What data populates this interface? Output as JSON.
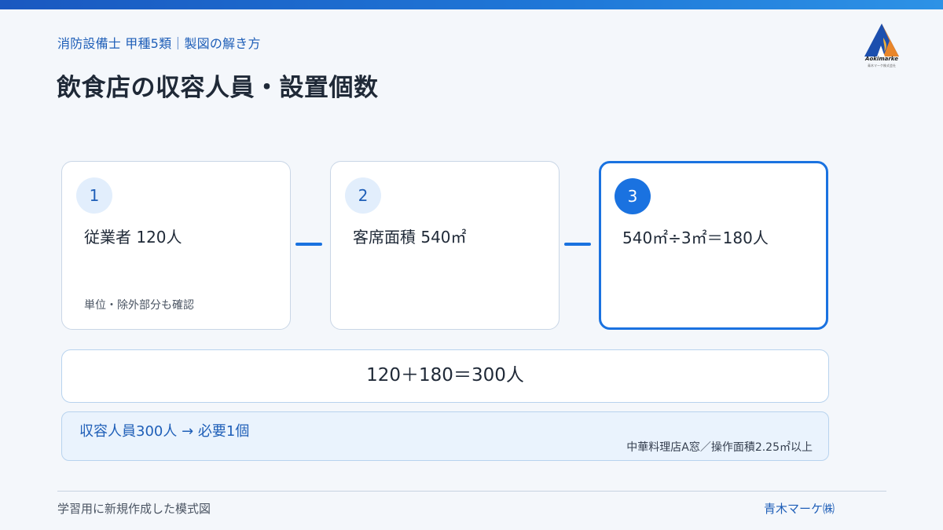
{
  "header": {
    "subtitle": "消防設備士 甲種5類｜製図の解き方",
    "title": "飲食店の収容人員・設置個数"
  },
  "logo": {
    "name": "Aokimarke",
    "tagline": "青木マーケ株式会社",
    "icon": "flame-triangle-logo"
  },
  "steps": [
    {
      "number": "1",
      "text": "従業者 120人",
      "note": "単位・除外部分も確認"
    },
    {
      "number": "2",
      "text": "客席面積 540㎡"
    },
    {
      "number": "3",
      "text": "540㎡÷3㎡＝180人"
    }
  ],
  "sum": {
    "text": "120＋180＝300人"
  },
  "result": {
    "main": "収容人員300人 → 必要1個",
    "note": "中華料理店A窓／操作面積2.25㎡以上"
  },
  "footer": {
    "left": "学習用に新規作成した模式図",
    "right": "青木マーケ㈱"
  },
  "colors": {
    "accent": "#1a72e0",
    "brand_text": "#1f5fb8",
    "background": "#f4f7fb"
  }
}
